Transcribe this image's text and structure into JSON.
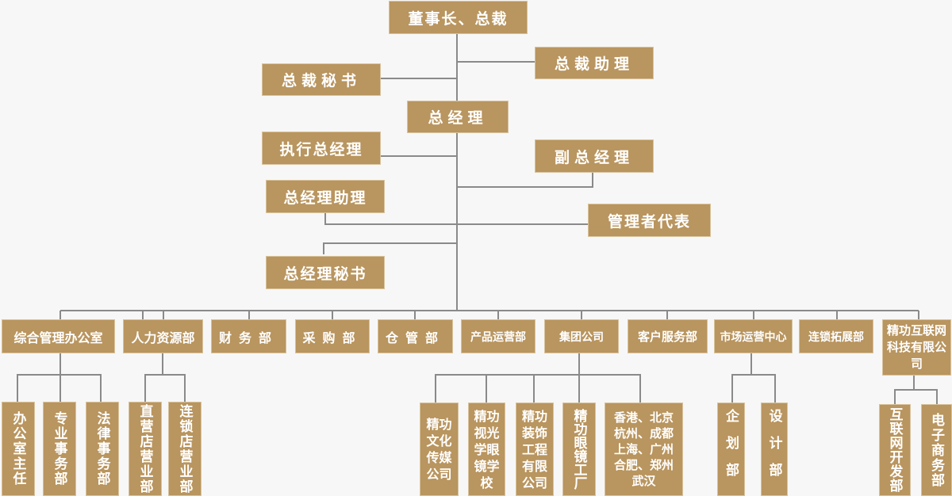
{
  "colors": {
    "box": "#b9955f",
    "line": "#8a8a8a",
    "background": "#f7f7f7"
  },
  "executives": {
    "chairman": "董事长、总裁",
    "president_assistant": "总裁助理",
    "president_secretary": "总裁秘书",
    "general_manager": "总经理",
    "executive_gm": "执行总经理",
    "deputy_gm": "副总经理",
    "gm_assistant": "总经理助理",
    "management_rep": "管理者代表",
    "gm_secretary": "总经理秘书"
  },
  "departments": [
    "综合管理办公室",
    "人力资源部",
    "财务部",
    "采购部",
    "仓管部",
    "产品运营部",
    "集团公司",
    "客户服务部",
    "市场运营中心",
    "连锁拓展部",
    "精功互联网科技有限公司"
  ],
  "subunits": {
    "admin": [
      "办公室主任",
      "专业事务部",
      "法律事务部"
    ],
    "hr": [
      "直营店营业部",
      "连锁店营业部"
    ],
    "group": [
      "精功文化传媒公司",
      "精功视光学眼镜学校",
      "精功装饰工程有限公司",
      "精功眼镜工厂"
    ],
    "group_branches": [
      "香港、北京",
      "杭州、成都",
      "上海、广州",
      "合肥、郑州",
      "武汉"
    ],
    "marketing": [
      "企划部",
      "设计部"
    ],
    "internet": [
      "互联网开发部",
      "电子商务部"
    ]
  }
}
